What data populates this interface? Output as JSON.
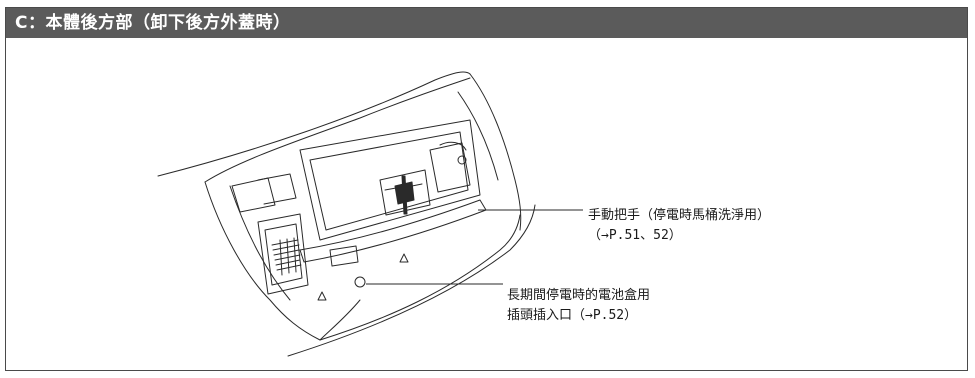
{
  "header": {
    "title": "C：本體後方部（卸下後方外蓋時）"
  },
  "callouts": [
    {
      "line1": "手動把手（停電時馬桶洗淨用）",
      "line2": "（→P.51、52）"
    },
    {
      "line1": "長期間停電時的電池盒用",
      "line2": "插頭插入口（→P.52）"
    }
  ],
  "colors": {
    "header_bg": "#5b5b5b",
    "header_text": "#ffffff",
    "line": "#2a2a2a"
  }
}
